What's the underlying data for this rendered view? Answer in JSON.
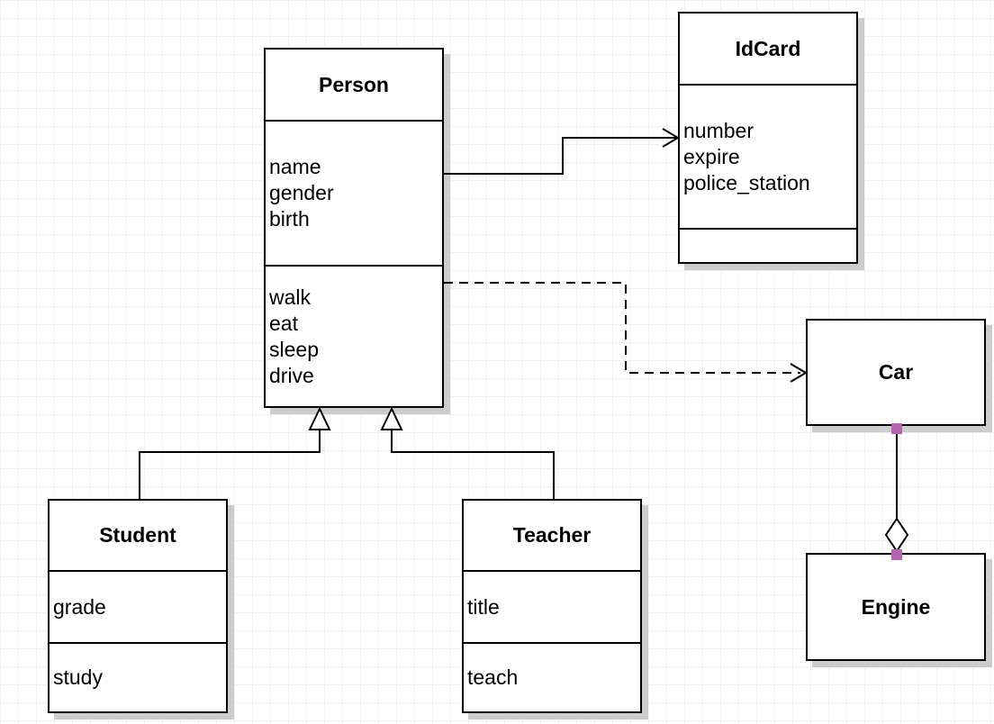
{
  "canvas": {
    "background": "#ffffff",
    "grid_color": "#f0f0f0",
    "shadow_color": "#cccccc",
    "line_color": "#000000",
    "handle_color": "#b266b2"
  },
  "classes": {
    "person": {
      "title": "Person",
      "attributes": [
        "name",
        "gender",
        "birth"
      ],
      "methods": [
        "walk",
        "eat",
        "sleep",
        "drive"
      ]
    },
    "idcard": {
      "title": "IdCard",
      "attributes": [
        "number",
        "expire",
        "police_station"
      ],
      "methods": []
    },
    "car": {
      "title": "Car",
      "attributes": [],
      "methods": []
    },
    "engine": {
      "title": "Engine",
      "attributes": [],
      "methods": []
    },
    "student": {
      "title": "Student",
      "attributes": [
        "grade"
      ],
      "methods": [
        "study"
      ]
    },
    "teacher": {
      "title": "Teacher",
      "attributes": [
        "title"
      ],
      "methods": [
        "teach"
      ]
    }
  },
  "relationships": [
    {
      "from": "Person",
      "to": "IdCard",
      "type": "directed-association",
      "line": "solid",
      "end": "open-arrow"
    },
    {
      "from": "Person",
      "to": "Car",
      "type": "dependency",
      "line": "dashed",
      "end": "open-arrow"
    },
    {
      "from": "Student",
      "to": "Person",
      "type": "generalization",
      "line": "solid",
      "end": "hollow-triangle"
    },
    {
      "from": "Teacher",
      "to": "Person",
      "type": "generalization",
      "line": "solid",
      "end": "hollow-triangle"
    },
    {
      "from": "Car",
      "to": "Engine",
      "type": "aggregation",
      "line": "solid",
      "end": "hollow-diamond"
    }
  ]
}
